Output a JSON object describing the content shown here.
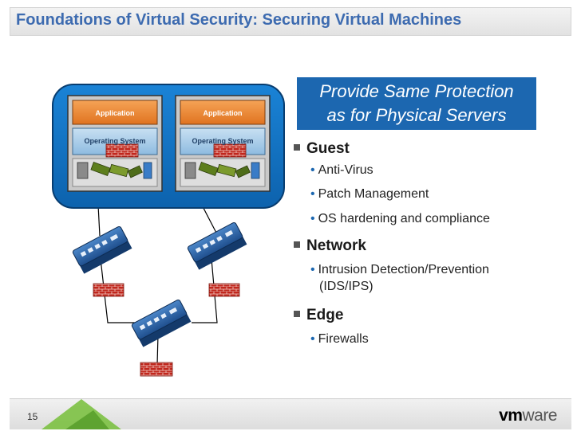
{
  "slide": {
    "title": "Foundations of Virtual Security: Securing Virtual Machines",
    "page_number": "15",
    "logo_vm": "vm",
    "logo_ware": "ware",
    "accent_color": "#3d6bb0",
    "callout_color": "#1c67b0"
  },
  "diagram": {
    "vm_left": {
      "application": "Application",
      "os": "Operating System"
    },
    "vm_right": {
      "application": "Application",
      "os": "Operating System"
    }
  },
  "callout": {
    "line1": "Provide Same Protection",
    "line2": "as for Physical Servers"
  },
  "bullets": [
    {
      "label": "Guest",
      "items": [
        "Anti-Virus",
        "Patch Management",
        "OS hardening and compliance"
      ]
    },
    {
      "label": "Network",
      "items": [
        "Intrusion Detection/Prevention",
        "(IDS/IPS)"
      ]
    },
    {
      "label": "Edge",
      "items": [
        "Firewalls"
      ]
    }
  ]
}
